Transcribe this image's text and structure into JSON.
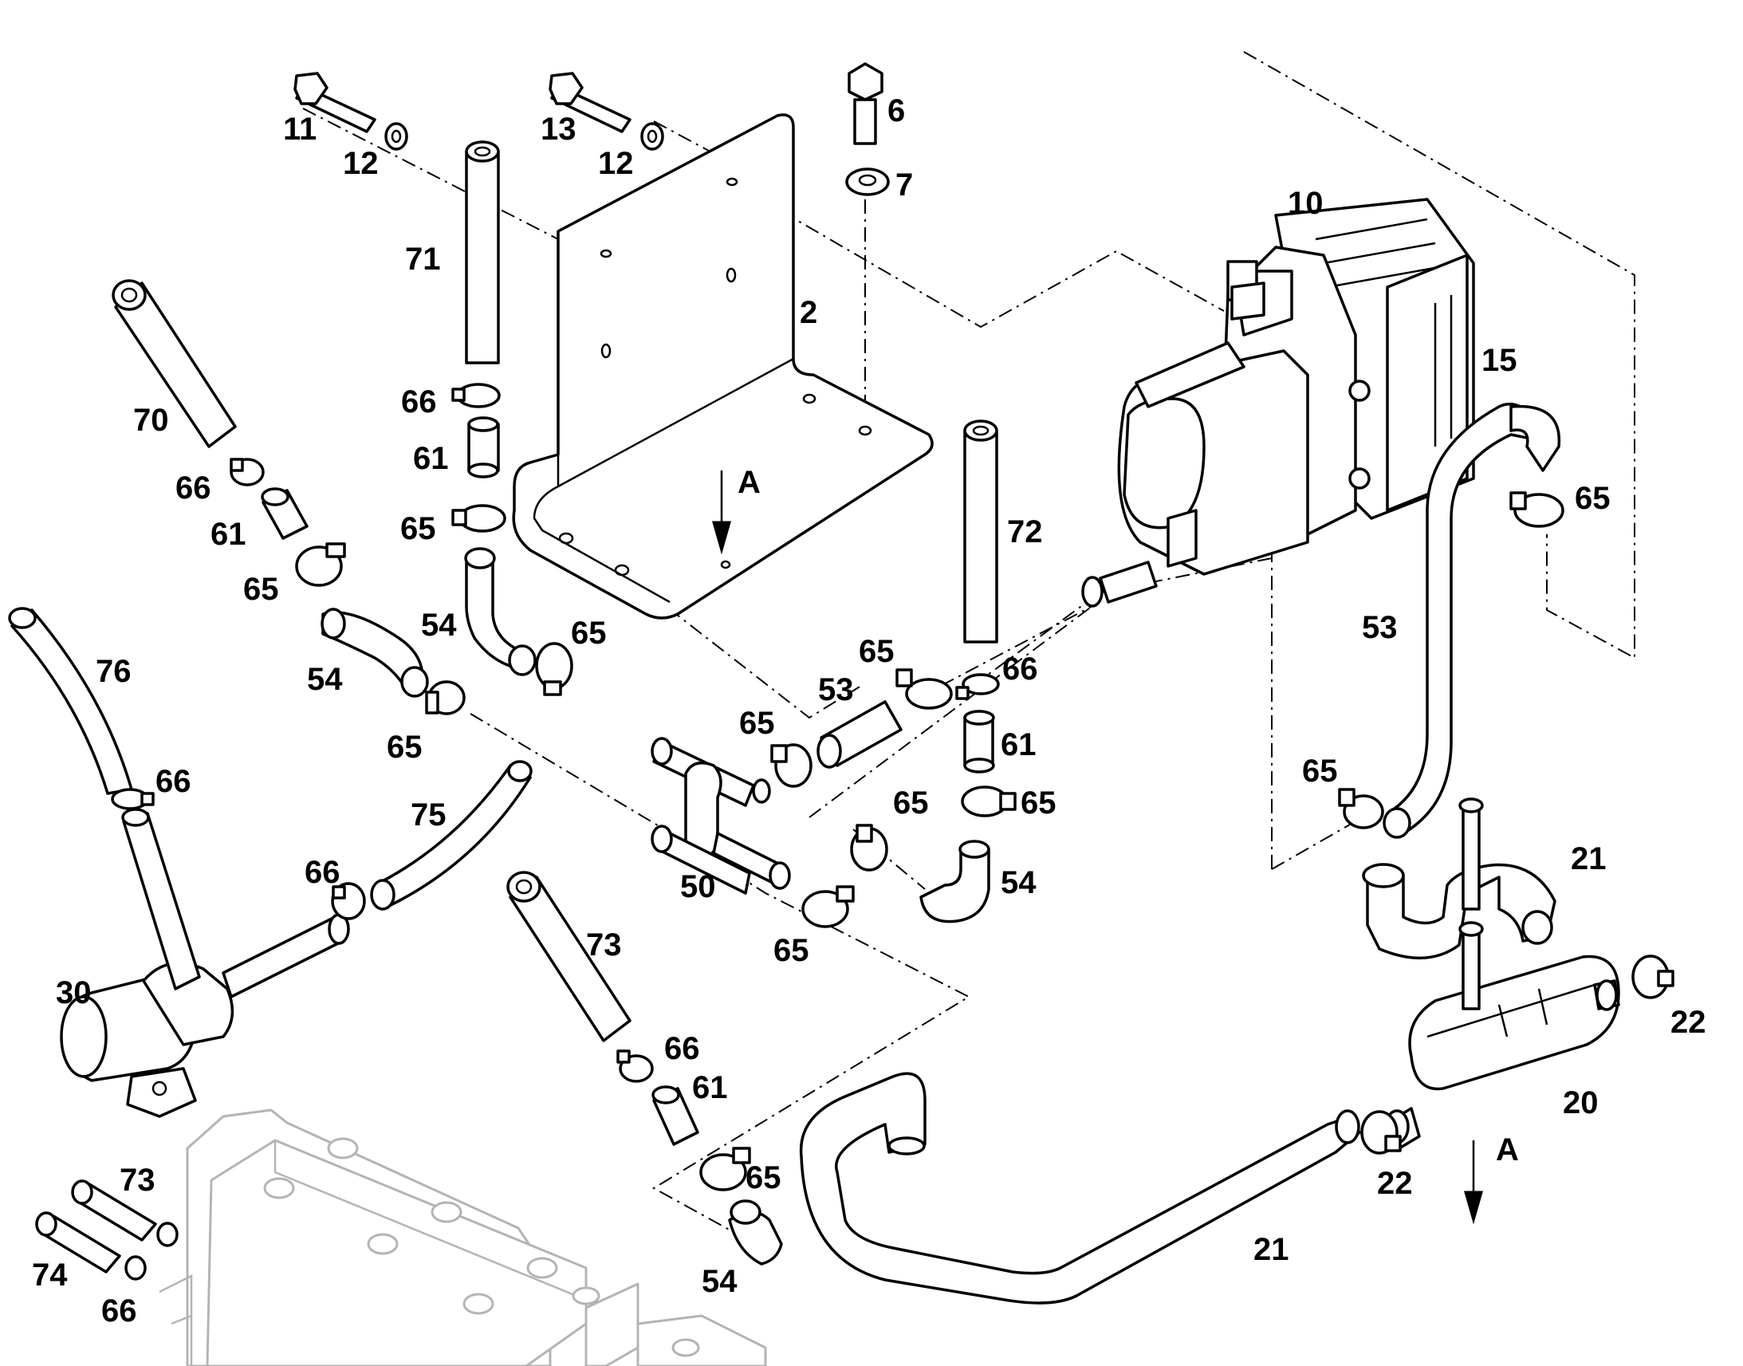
{
  "diagram": {
    "callouts": {
      "c2": "2",
      "c6": "6",
      "c7": "7",
      "c10": "10",
      "c11": "11",
      "c12a": "12",
      "c12b": "12",
      "c13": "13",
      "c15": "15",
      "c20": "20",
      "c21a": "21",
      "c21b": "21",
      "c22a": "22",
      "c22b": "22",
      "c30": "30",
      "c50": "50",
      "c53a": "53",
      "c53b": "53",
      "c54a": "54",
      "c54b": "54",
      "c54c": "54",
      "c54d": "54",
      "c61a": "61",
      "c61b": "61",
      "c61c": "61",
      "c61d": "61",
      "c65a": "65",
      "c65b": "65",
      "c65c": "65",
      "c65d": "65",
      "c65e": "65",
      "c65f": "65",
      "c65g": "65",
      "c65h": "65",
      "c65i": "65",
      "c65j": "65",
      "c65k": "65",
      "c65l": "65",
      "c66a": "66",
      "c66b": "66",
      "c66c": "66",
      "c66d": "66",
      "c66e": "66",
      "c66f": "66",
      "c66g": "66",
      "c70": "70",
      "c71": "71",
      "c72": "72",
      "c73a": "73",
      "c73b": "73",
      "c74": "74",
      "c75": "75",
      "c76": "76"
    },
    "view_marks": {
      "a_top": "A",
      "a_bottom": "A"
    }
  }
}
